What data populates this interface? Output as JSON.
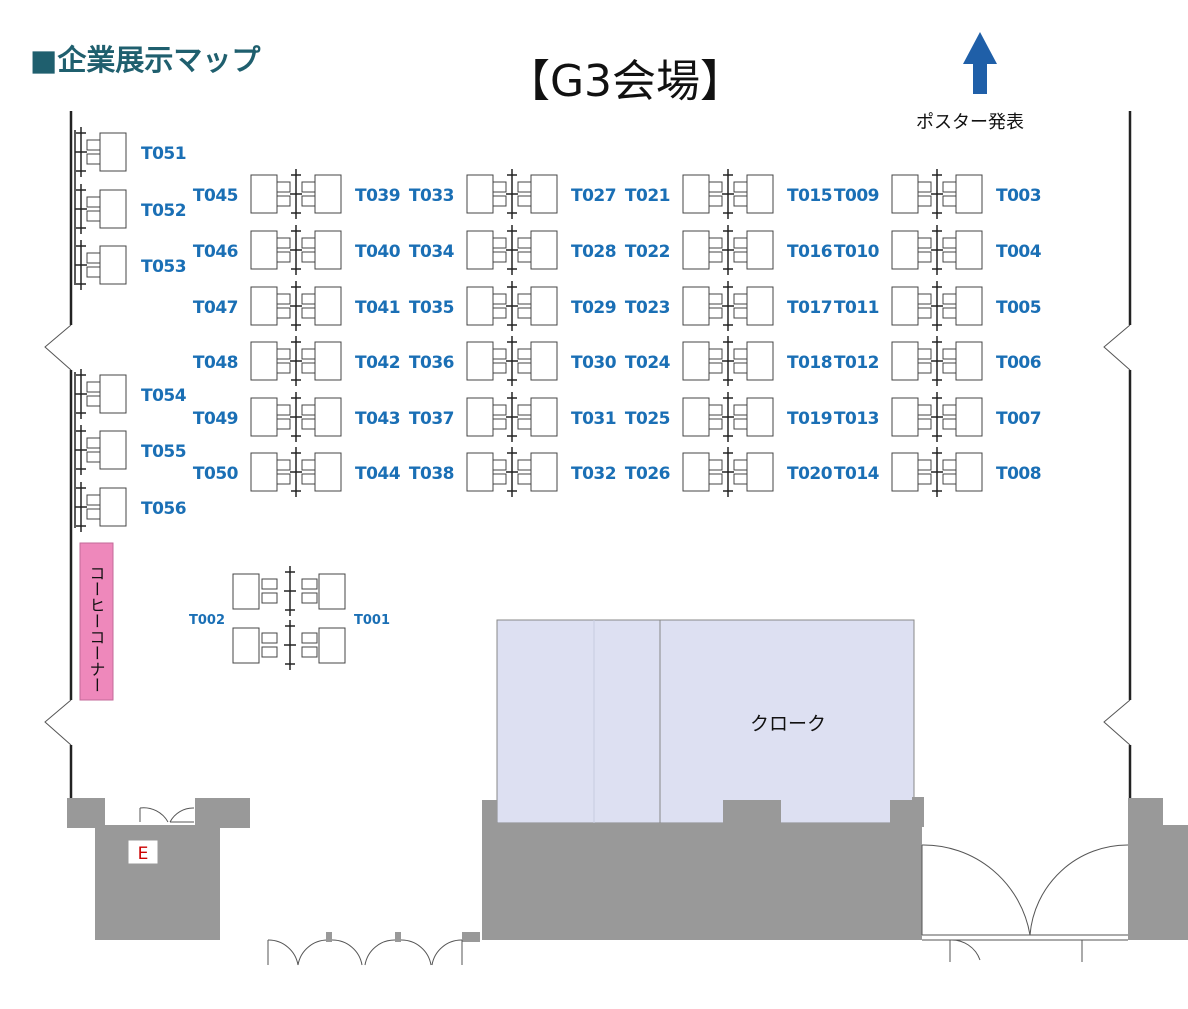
{
  "header": {
    "section_title": "■企業展示マップ",
    "venue_title": "【G3会場】"
  },
  "labels": {
    "poster": "ポスター発表",
    "coffee": "コーヒーコーナー",
    "cloak": "クローク",
    "exit": "E"
  },
  "colors": {
    "title_teal": "#1f5f6e",
    "booth_blue": "#1a6fb5",
    "arrow_blue": "#1f5fa8",
    "coffee_pink": "#ee88bb",
    "cloak_lavender": "#dde0f2",
    "wall_gray": "#999999",
    "exit_red": "#cc0000"
  },
  "booths": {
    "left_column": [
      "T051",
      "T052",
      "T053",
      "T054",
      "T055",
      "T056"
    ],
    "rows": [
      [
        "T045",
        "T039",
        "T033",
        "T027",
        "T021",
        "T015",
        "T009",
        "T003"
      ],
      [
        "T046",
        "T040",
        "T034",
        "T028",
        "T022",
        "T016",
        "T010",
        "T004"
      ],
      [
        "T047",
        "T041",
        "T035",
        "T029",
        "T023",
        "T017",
        "T011",
        "T005"
      ],
      [
        "T048",
        "T042",
        "T036",
        "T030",
        "T024",
        "T018",
        "T012",
        "T006"
      ],
      [
        "T049",
        "T043",
        "T037",
        "T031",
        "T025",
        "T019",
        "T013",
        "T007"
      ],
      [
        "T050",
        "T044",
        "T038",
        "T032",
        "T026",
        "T020",
        "T014",
        "T008"
      ]
    ],
    "small_pair": [
      "T002",
      "T001"
    ]
  }
}
